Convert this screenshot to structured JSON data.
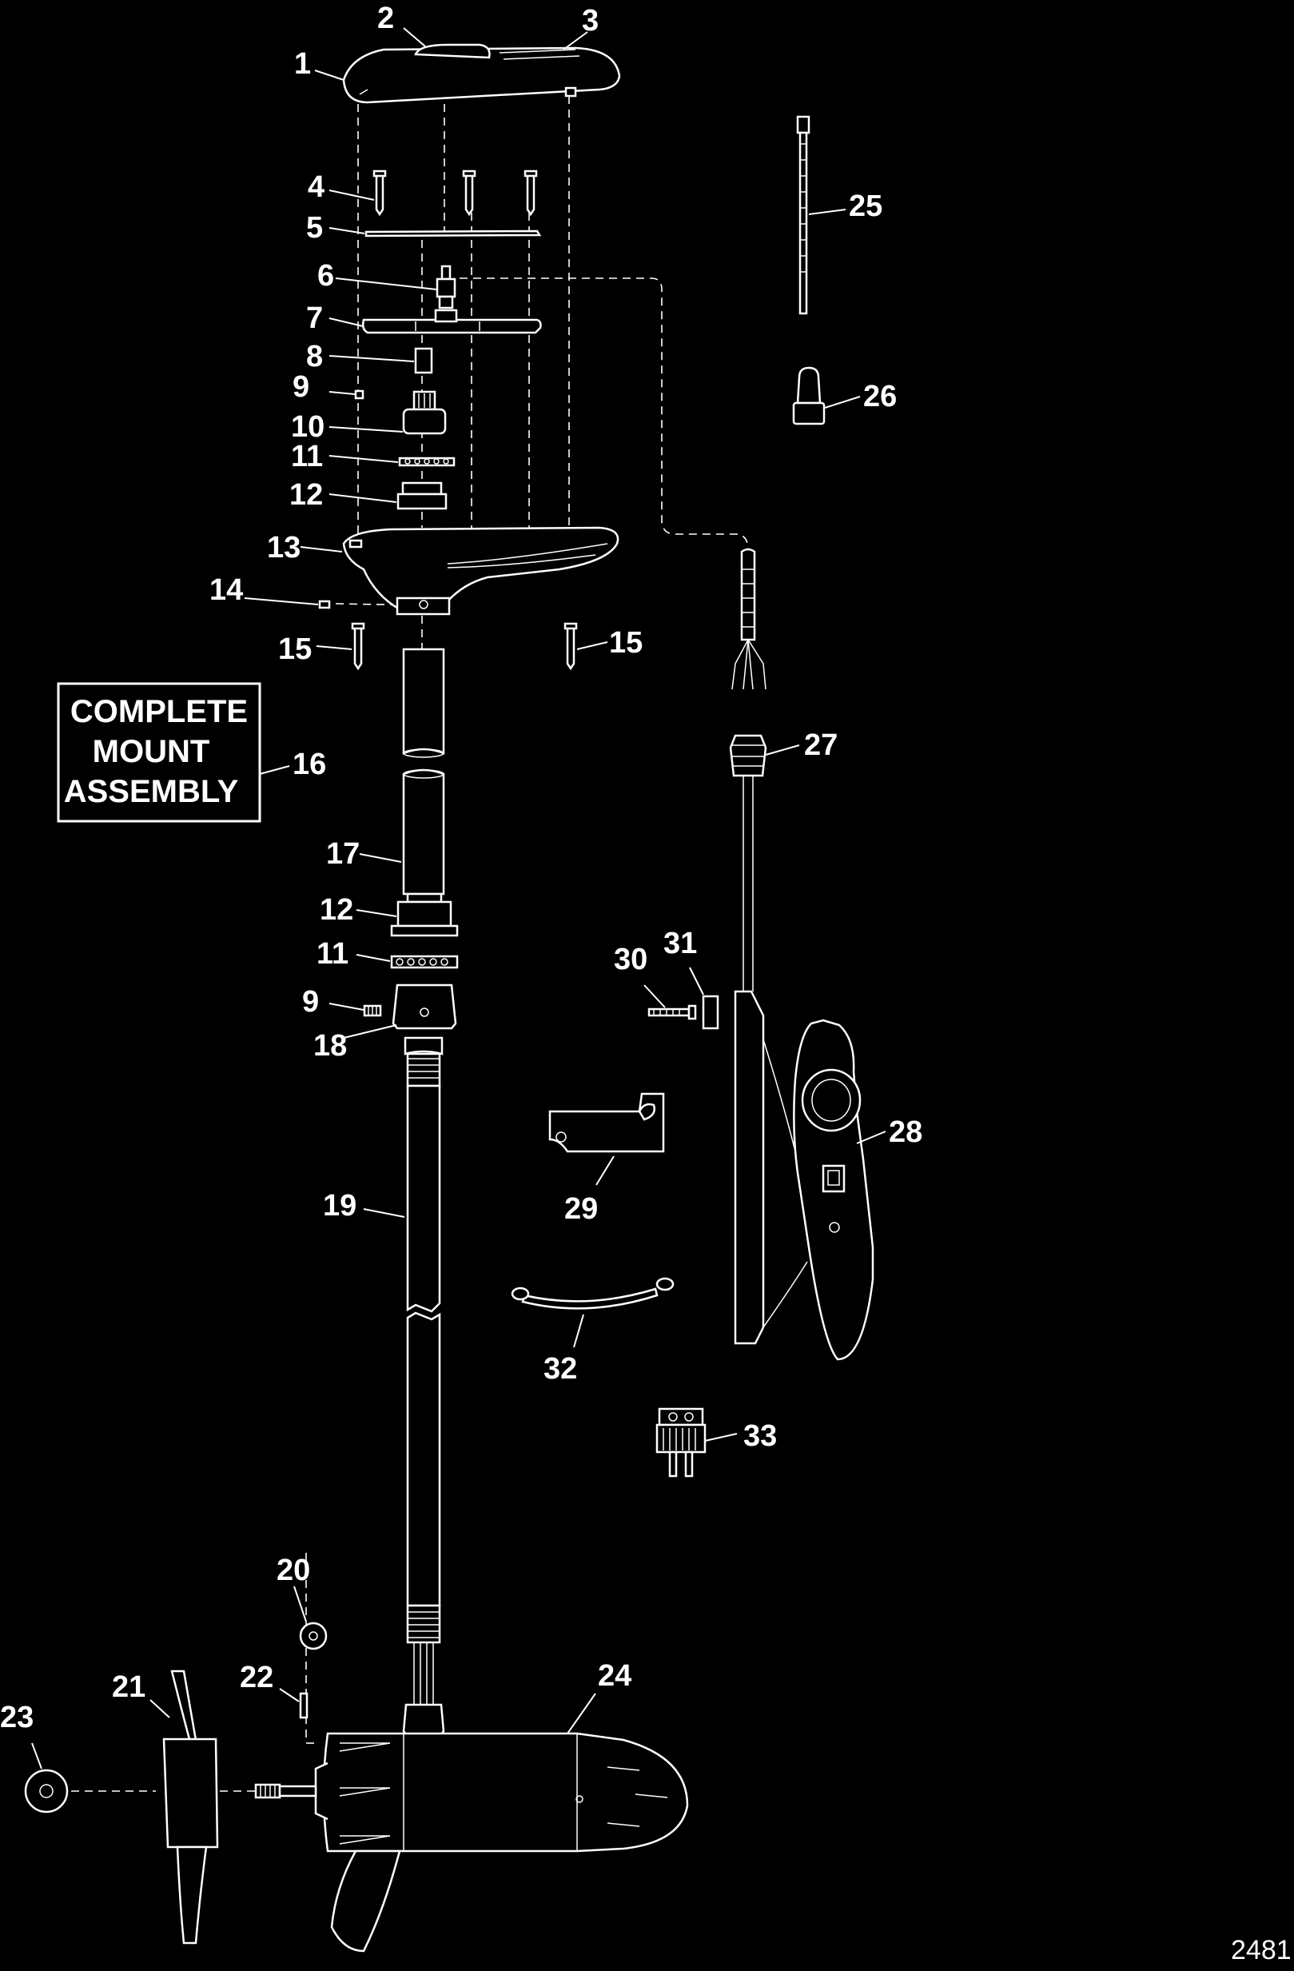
{
  "callouts": [
    "1",
    "2",
    "3",
    "4",
    "5",
    "6",
    "7",
    "8",
    "9",
    "10",
    "11",
    "12",
    "13",
    "14",
    "15",
    "15",
    "16",
    "17",
    "12",
    "11",
    "9",
    "18",
    "19",
    "20",
    "21",
    "22",
    "23",
    "24",
    "25",
    "26",
    "27",
    "28",
    "29",
    "30",
    "31",
    "32",
    "33"
  ],
  "box_lines": [
    "COMPLETE",
    "MOUNT",
    "ASSEMBLY"
  ],
  "figure_id": "2481"
}
